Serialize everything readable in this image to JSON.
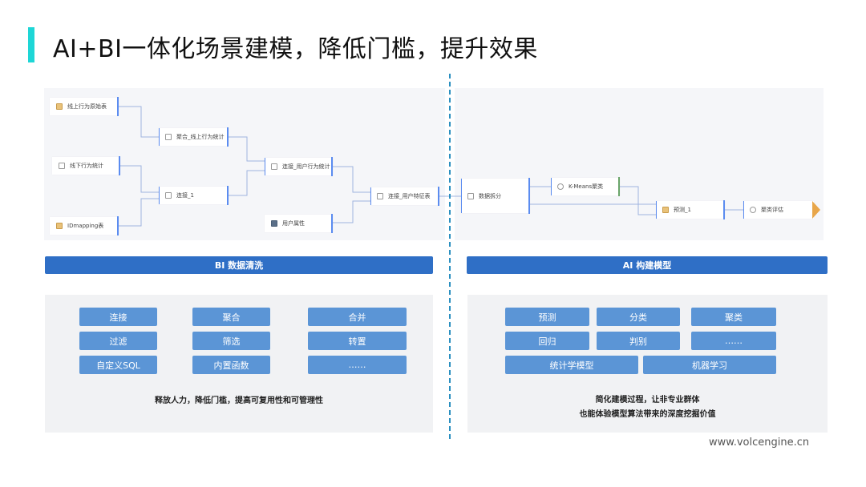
{
  "title": "AI+BI一体化场景建模，降低门槛，提升效果",
  "bi_flow": {
    "nodes": [
      "线上行为原始表",
      "聚合_线上行为统计",
      "线下行为统计",
      "连接_1",
      "IDmapping表",
      "连接_用户行为统计",
      "用户属性",
      "连接_用户特征表"
    ]
  },
  "ai_flow": {
    "nodes": [
      "数据拆分",
      "K-Means聚类",
      "预测_1",
      "聚类评估"
    ]
  },
  "bi": {
    "header": "BI 数据清洗",
    "buttons": [
      "连接",
      "聚合",
      "合并",
      "过滤",
      "筛选",
      "转置",
      "自定义SQL",
      "内置函数",
      "……"
    ],
    "caption": "释放人力，降低门槛，提高可复用性和可管理性"
  },
  "ai": {
    "header": "AI 构建模型",
    "buttons": [
      "预测",
      "分类",
      "聚类",
      "回归",
      "判别",
      "……",
      "统计学模型",
      "机器学习"
    ],
    "caption_lines": [
      "简化建模过程，让非专业群体",
      "也能体验模型算法带来的深度挖掘价值"
    ]
  },
  "footer": {
    "url": "www.volcengine.cn"
  },
  "colors": {
    "accent": "#1ed6d6",
    "primary": "#2f6fc6",
    "button": "#5b95d6"
  }
}
